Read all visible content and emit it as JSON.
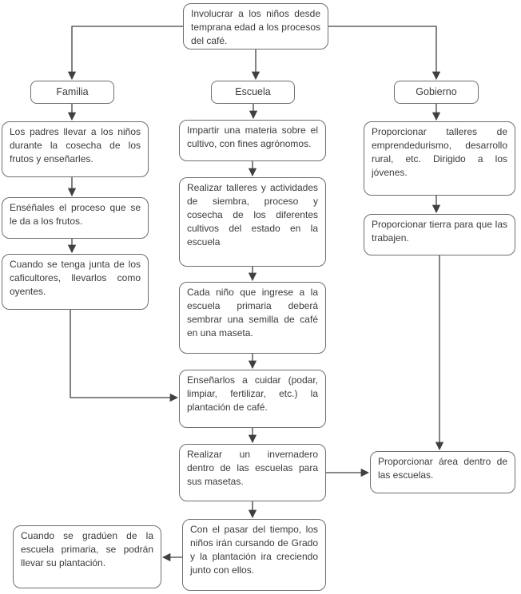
{
  "diagram": {
    "type": "flowchart",
    "nodes": {
      "root": {
        "text": "Involucrar a los niños desde temprana edad a los procesos del café."
      },
      "familia": {
        "text": "Familia"
      },
      "escuela": {
        "text": "Escuela"
      },
      "gobierno": {
        "text": "Gobierno"
      },
      "f1": {
        "text": "Los padres llevar a los niños durante la cosecha de los frutos y enseñarles."
      },
      "f2": {
        "text": "Enséñales el proceso que se le da a los frutos."
      },
      "f3": {
        "text": "Cuando se tenga junta de los caficultores, llevarlos como oyentes."
      },
      "e1": {
        "text": "Impartir una materia sobre el cultivo, con fines agrónomos."
      },
      "e2": {
        "text": "Realizar talleres y actividades de siembra, proceso y cosecha de los diferentes cultivos del estado en la escuela"
      },
      "e3": {
        "text": "Cada niño que ingrese a la escuela primaria deberá sembrar una semilla de café en una maseta."
      },
      "e4": {
        "text": "Enseñarlos a cuidar (podar, limpiar, fertilizar, etc.) la plantación de café."
      },
      "e5": {
        "text": "Realizar un invernadero dentro de las escuelas para sus masetas."
      },
      "e6": {
        "text": "Con el pasar del tiempo, los niños irán cursando de Grado y la plantación ira creciendo junto con ellos."
      },
      "g1": {
        "text": "Proporcionar talleres de emprendedurismo, desarrollo rural, etc. Dirigido a los jóvenes."
      },
      "g2": {
        "text": "Proporcionar tierra para que las trabajen."
      },
      "g3": {
        "text": "Proporcionar área dentro de las escuelas."
      },
      "b1": {
        "text": "Cuando se gradúen de la escuela primaria, se podrán llevar su plantación."
      }
    },
    "edges": [
      {
        "from": "root",
        "to": "familia"
      },
      {
        "from": "root",
        "to": "escuela"
      },
      {
        "from": "root",
        "to": "gobierno"
      },
      {
        "from": "familia",
        "to": "f1"
      },
      {
        "from": "f1",
        "to": "f2"
      },
      {
        "from": "f2",
        "to": "f3"
      },
      {
        "from": "f3",
        "to": "e4"
      },
      {
        "from": "escuela",
        "to": "e1"
      },
      {
        "from": "e1",
        "to": "e2"
      },
      {
        "from": "e2",
        "to": "e3"
      },
      {
        "from": "e3",
        "to": "e4"
      },
      {
        "from": "e4",
        "to": "e5"
      },
      {
        "from": "e5",
        "to": "e6"
      },
      {
        "from": "e5",
        "to": "g3"
      },
      {
        "from": "e6",
        "to": "b1"
      },
      {
        "from": "gobierno",
        "to": "g1"
      },
      {
        "from": "g1",
        "to": "g2"
      },
      {
        "from": "g2",
        "to": "g3"
      }
    ],
    "colors": {
      "background": "#ffffff",
      "box_border": "#6e6e6e",
      "text": "#3a3a3a",
      "arrow": "#404040"
    }
  }
}
